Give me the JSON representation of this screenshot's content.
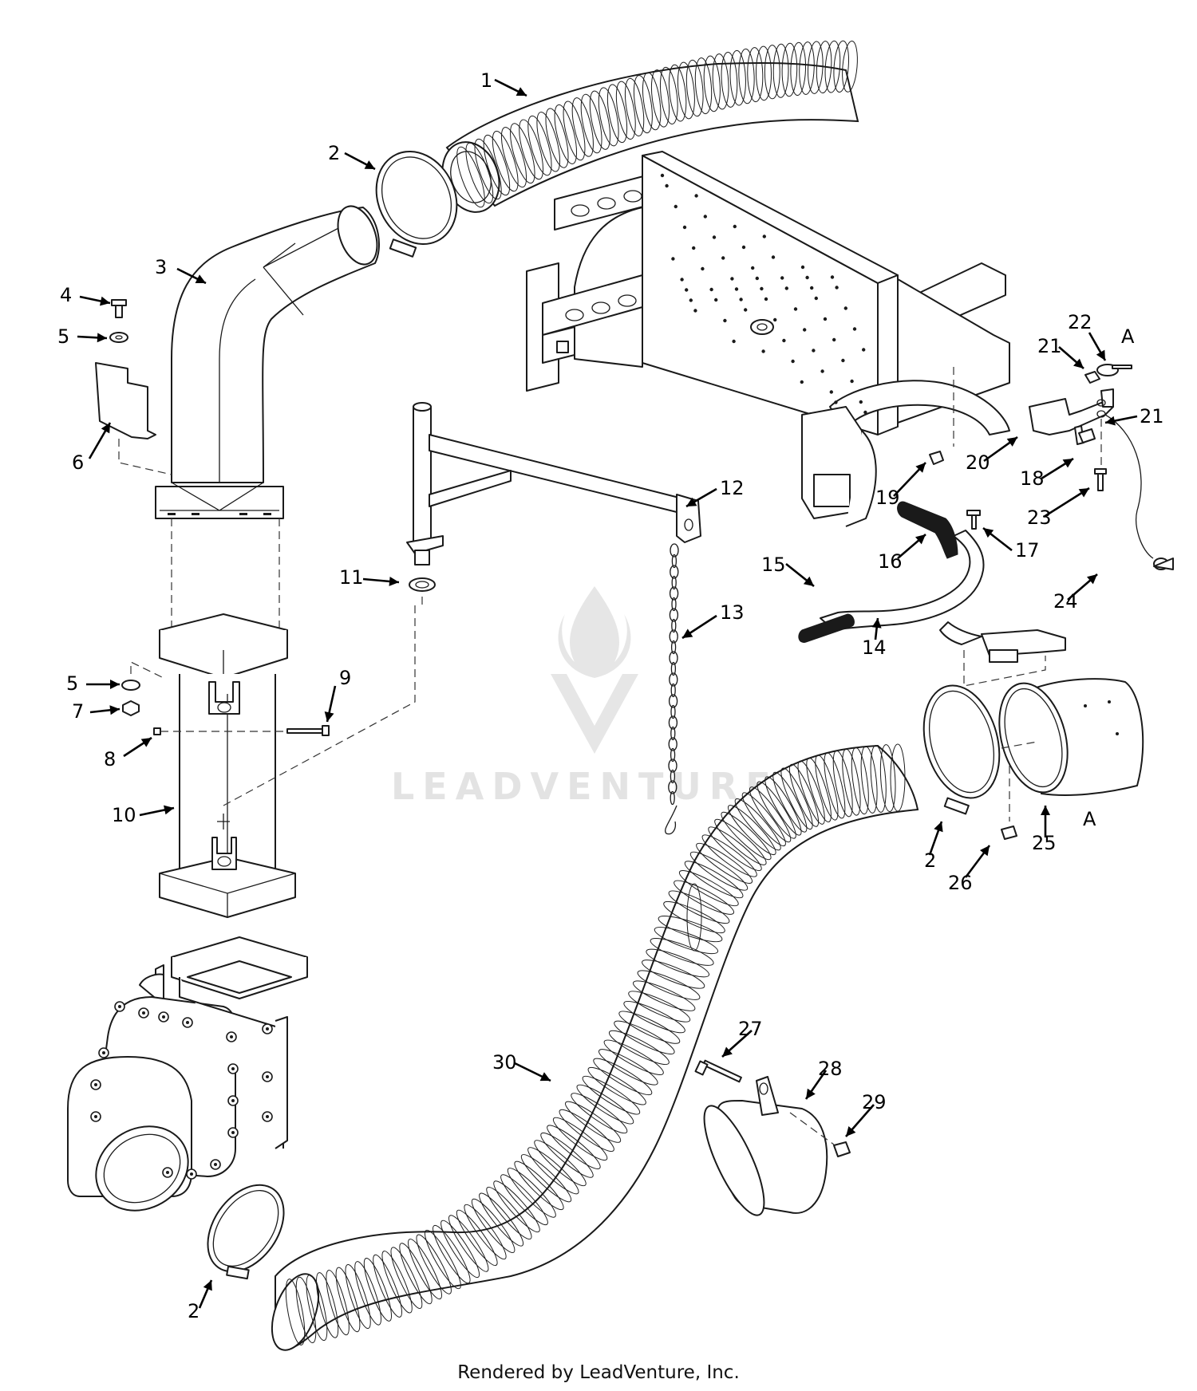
{
  "callouts": [
    {
      "id": "c1",
      "label": "1"
    },
    {
      "id": "c2a",
      "label": "2"
    },
    {
      "id": "c3",
      "label": "3"
    },
    {
      "id": "c4",
      "label": "4"
    },
    {
      "id": "c5a",
      "label": "5"
    },
    {
      "id": "c6",
      "label": "6"
    },
    {
      "id": "c5b",
      "label": "5"
    },
    {
      "id": "c7",
      "label": "7"
    },
    {
      "id": "c8",
      "label": "8"
    },
    {
      "id": "c9",
      "label": "9"
    },
    {
      "id": "c10",
      "label": "10"
    },
    {
      "id": "c11",
      "label": "11"
    },
    {
      "id": "c12",
      "label": "12"
    },
    {
      "id": "c13",
      "label": "13"
    },
    {
      "id": "c14",
      "label": "14"
    },
    {
      "id": "c15",
      "label": "15"
    },
    {
      "id": "c16",
      "label": "16"
    },
    {
      "id": "c17",
      "label": "17"
    },
    {
      "id": "c18",
      "label": "18"
    },
    {
      "id": "c19",
      "label": "19"
    },
    {
      "id": "c20",
      "label": "20"
    },
    {
      "id": "c21a",
      "label": "21"
    },
    {
      "id": "c21b",
      "label": "21"
    },
    {
      "id": "c22",
      "label": "22"
    },
    {
      "id": "cA1",
      "label": "A"
    },
    {
      "id": "c23",
      "label": "23"
    },
    {
      "id": "c24",
      "label": "24"
    },
    {
      "id": "c2b",
      "label": "2"
    },
    {
      "id": "c25",
      "label": "25"
    },
    {
      "id": "cA2",
      "label": "A"
    },
    {
      "id": "c26",
      "label": "26"
    },
    {
      "id": "c27",
      "label": "27"
    },
    {
      "id": "c28",
      "label": "28"
    },
    {
      "id": "c29",
      "label": "29"
    },
    {
      "id": "c30",
      "label": "30"
    },
    {
      "id": "c2c",
      "label": "2"
    }
  ],
  "watermark": {
    "text": "LEADVENTURE"
  },
  "footer": {
    "text": "Rendered by LeadVenture, Inc."
  }
}
